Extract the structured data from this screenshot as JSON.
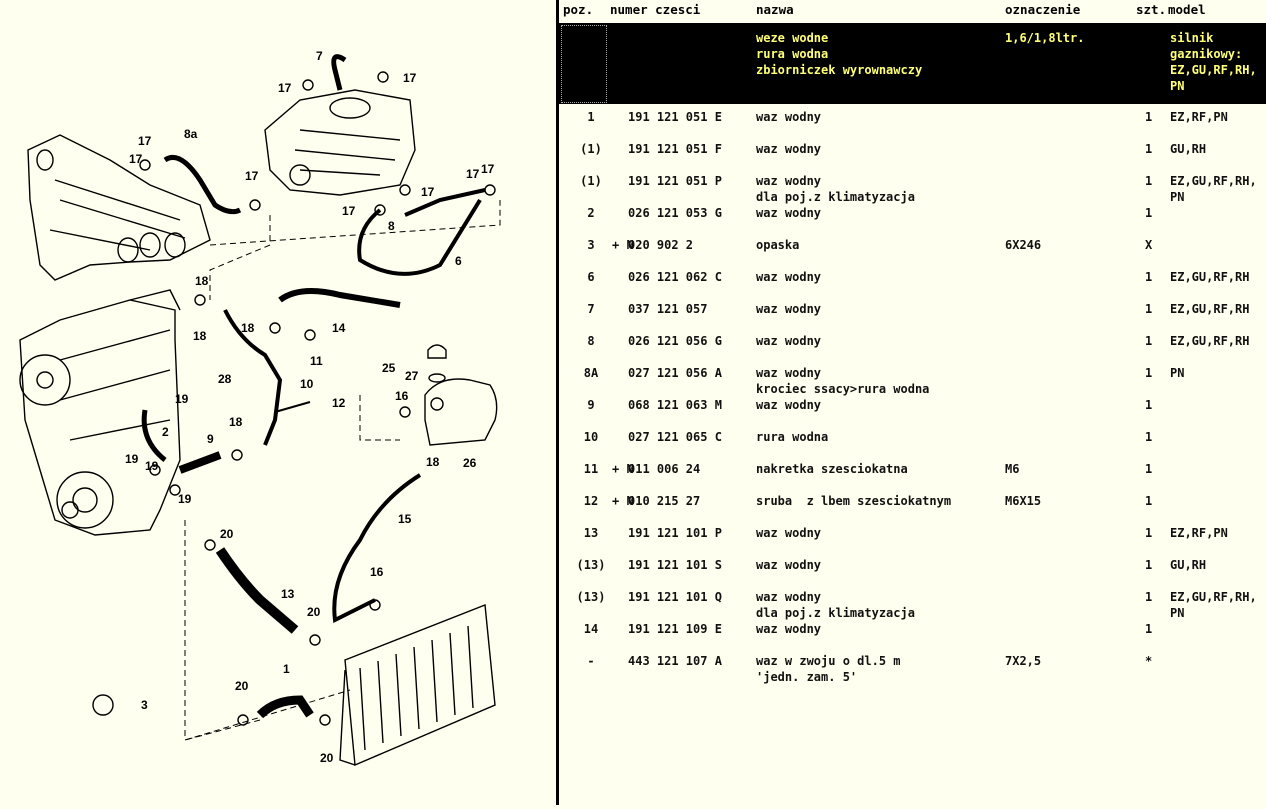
{
  "header": {
    "poz": "poz.",
    "numer_czesci": "numer czesci",
    "nazwa": "nazwa",
    "oznaczenie": "oznaczenie",
    "szt": "szt.",
    "model": "model"
  },
  "group": {
    "lines": [
      "weze wodne",
      "rura wodna",
      "zbiorniczek wyrownawczy"
    ],
    "oznaczenie": "1,6/1,8ltr.",
    "model_lines": [
      "silnik",
      "gaznikowy:",
      "EZ,GU,RF,RH,",
      "PN"
    ]
  },
  "rows": [
    {
      "poz": "1",
      "plus": "",
      "num": "191 121 051 E",
      "desc": [
        "waz wodny"
      ],
      "oz": "",
      "szt": "1",
      "model": [
        "EZ,RF,PN"
      ]
    },
    {
      "poz": "(1)",
      "plus": "",
      "num": "191 121 051 F",
      "desc": [
        "waz wodny"
      ],
      "oz": "",
      "szt": "1",
      "model": [
        "GU,RH"
      ]
    },
    {
      "poz": "(1)",
      "plus": "",
      "num": "191 121 051 P",
      "desc": [
        "waz wodny",
        "dla poj.z klimatyzacja"
      ],
      "oz": "",
      "szt": "1",
      "model": [
        "EZ,GU,RF,RH,",
        "PN"
      ]
    },
    {
      "poz": "2",
      "plus": "",
      "num": "026 121 053 G",
      "desc": [
        "waz wodny"
      ],
      "oz": "",
      "szt": "1",
      "model": [
        ""
      ]
    },
    {
      "poz": "3",
      "plus": "+ N",
      "num": "020 902 2",
      "desc": [
        "opaska"
      ],
      "oz": "6X246",
      "szt": "X",
      "model": [
        ""
      ]
    },
    {
      "poz": "6",
      "plus": "",
      "num": "026 121 062 C",
      "desc": [
        "waz wodny"
      ],
      "oz": "",
      "szt": "1",
      "model": [
        "EZ,GU,RF,RH"
      ]
    },
    {
      "poz": "7",
      "plus": "",
      "num": "037 121 057",
      "desc": [
        "waz wodny"
      ],
      "oz": "",
      "szt": "1",
      "model": [
        "EZ,GU,RF,RH"
      ]
    },
    {
      "poz": "8",
      "plus": "",
      "num": "026 121 056 G",
      "desc": [
        "waz wodny"
      ],
      "oz": "",
      "szt": "1",
      "model": [
        "EZ,GU,RF,RH"
      ]
    },
    {
      "poz": "8A",
      "plus": "",
      "num": "027 121 056 A",
      "desc": [
        "waz wodny",
        "krociec ssacy>rura wodna"
      ],
      "oz": "",
      "szt": "1",
      "model": [
        "PN"
      ]
    },
    {
      "poz": "9",
      "plus": "",
      "num": "068 121 063 M",
      "desc": [
        "waz wodny"
      ],
      "oz": "",
      "szt": "1",
      "model": [
        ""
      ]
    },
    {
      "poz": "10",
      "plus": "",
      "num": "027 121 065 C",
      "desc": [
        "rura wodna"
      ],
      "oz": "",
      "szt": "1",
      "model": [
        ""
      ]
    },
    {
      "poz": "11",
      "plus": "+ N",
      "num": "011 006 24",
      "desc": [
        "nakretka szesciokatna"
      ],
      "oz": "M6",
      "szt": "1",
      "model": [
        ""
      ]
    },
    {
      "poz": "12",
      "plus": "+ N",
      "num": "010 215 27",
      "desc": [
        "sruba  z lbem szesciokatnym"
      ],
      "oz": "M6X15",
      "szt": "1",
      "model": [
        ""
      ]
    },
    {
      "poz": "13",
      "plus": "",
      "num": "191 121 101 P",
      "desc": [
        "waz wodny"
      ],
      "oz": "",
      "szt": "1",
      "model": [
        "EZ,RF,PN"
      ]
    },
    {
      "poz": "(13)",
      "plus": "",
      "num": "191 121 101 S",
      "desc": [
        "waz wodny"
      ],
      "oz": "",
      "szt": "1",
      "model": [
        "GU,RH"
      ]
    },
    {
      "poz": "(13)",
      "plus": "",
      "num": "191 121 101 Q",
      "desc": [
        "waz wodny",
        "dla poj.z klimatyzacja"
      ],
      "oz": "",
      "szt": "1",
      "model": [
        "EZ,GU,RF,RH,",
        "PN"
      ]
    },
    {
      "poz": "14",
      "plus": "",
      "num": "191 121 109 E",
      "desc": [
        "waz wodny"
      ],
      "oz": "",
      "szt": "1",
      "model": [
        ""
      ]
    },
    {
      "poz": "-",
      "plus": "",
      "num": "443 121 107 A",
      "desc": [
        "waz w zwoju o dl.5 m",
        "'jedn. zam. 5'"
      ],
      "oz": "7X2,5",
      "szt": "*",
      "model": [
        ""
      ]
    }
  ],
  "callouts": [
    "7",
    "17",
    "17",
    "17",
    "8a",
    "17",
    "17",
    "17",
    "17",
    "17",
    "17",
    "8",
    "6",
    "18",
    "18",
    "14",
    "18",
    "11",
    "28",
    "10",
    "12",
    "25",
    "27",
    "16",
    "19",
    "19",
    "9",
    "18",
    "2",
    "18",
    "19",
    "26",
    "19",
    "15",
    "20",
    "16",
    "13",
    "20",
    "1",
    "20",
    "3",
    "20"
  ]
}
